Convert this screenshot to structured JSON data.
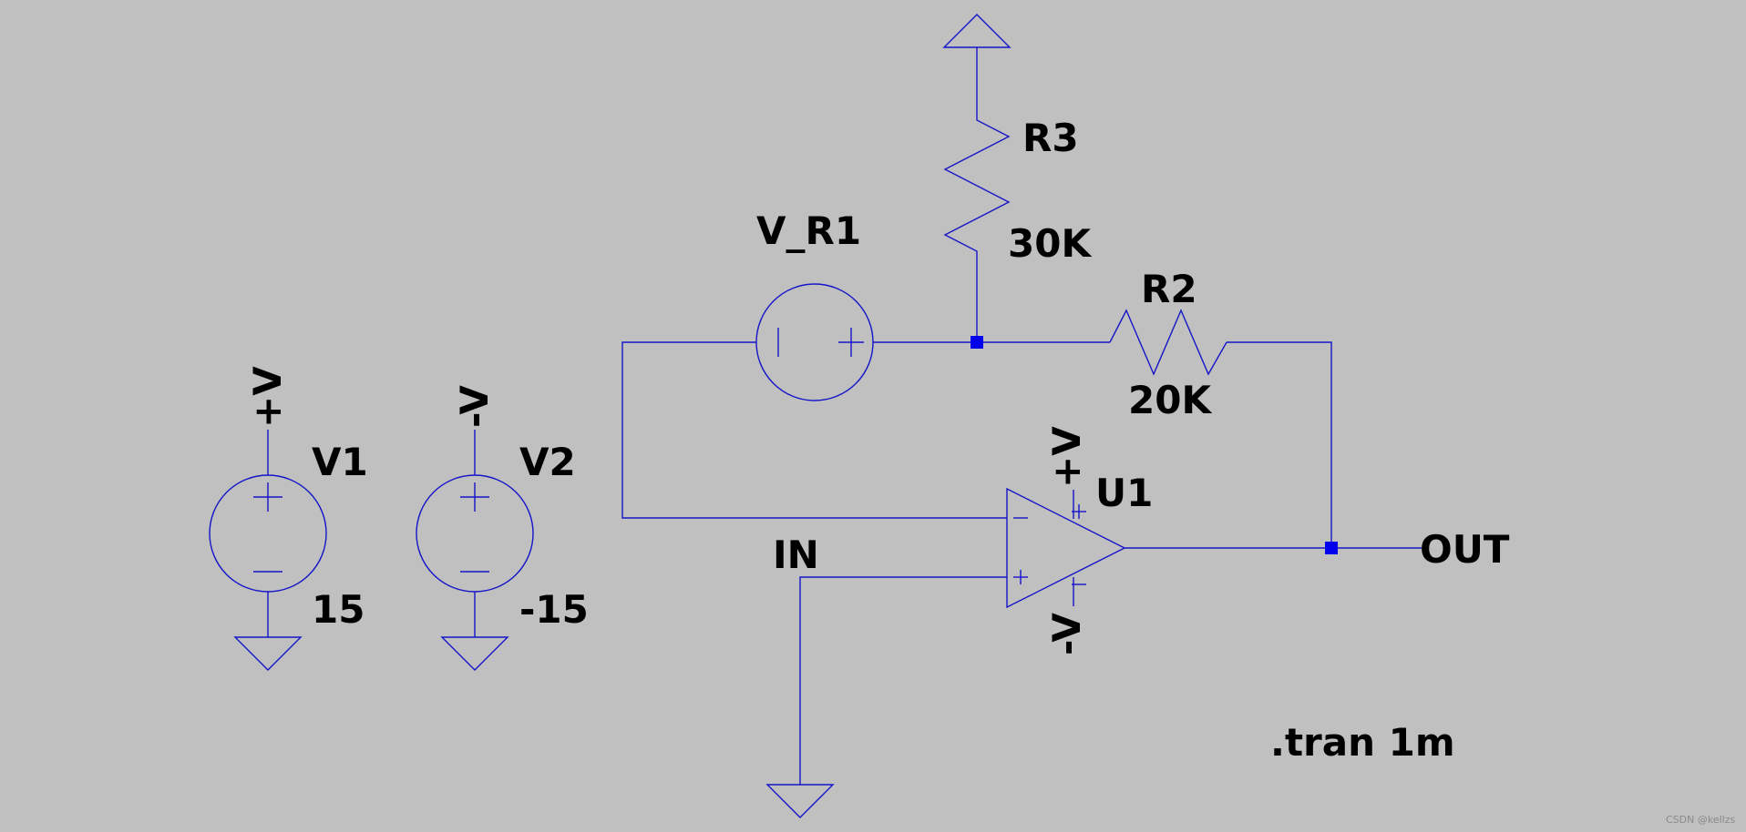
{
  "components": {
    "r3": {
      "ref": "R3",
      "value": "30K"
    },
    "r2": {
      "ref": "R2",
      "value": "20K"
    },
    "vr1": {
      "ref": "V_R1"
    },
    "u1": {
      "ref": "U1"
    },
    "v1": {
      "ref": "V1",
      "value": "15"
    },
    "v2": {
      "ref": "V2",
      "value": "-15"
    }
  },
  "nets": {
    "pos_supply": "+V",
    "neg_supply": "-V",
    "input": "IN",
    "output": "OUT"
  },
  "directive": ".tran 1m",
  "watermark": "CSDN @kellzs",
  "colors": {
    "background": "#c0c0c0",
    "wire": "#1515c8",
    "junction": "#0000ee",
    "text": "#000000"
  }
}
